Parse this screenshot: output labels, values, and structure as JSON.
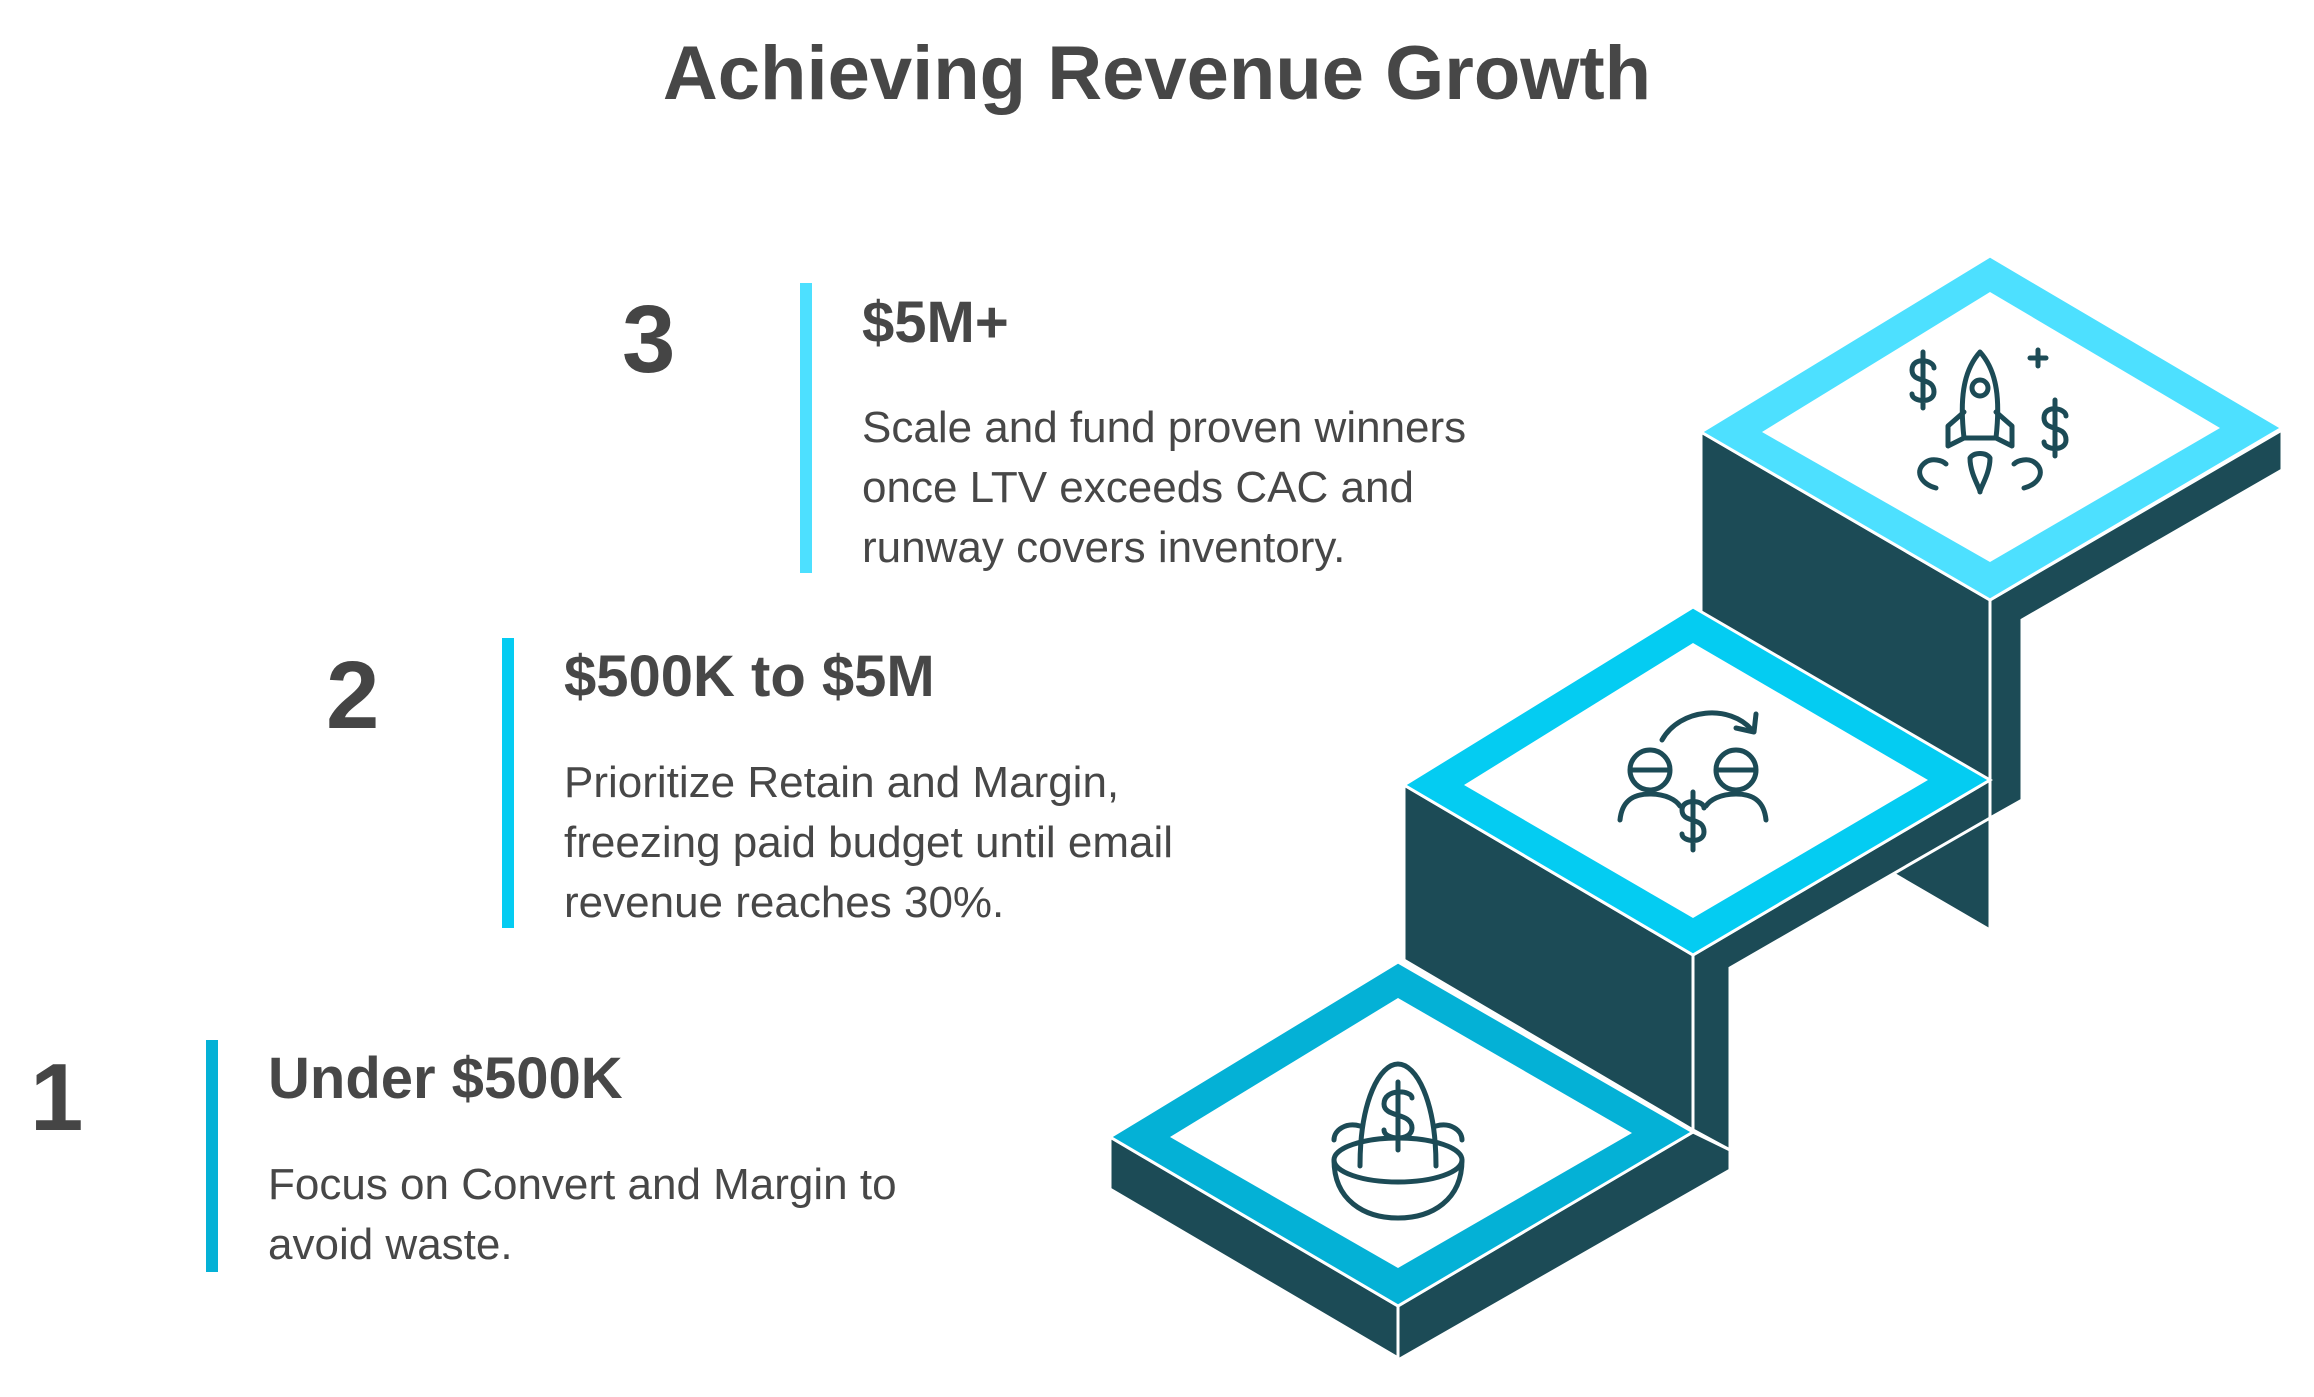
{
  "title": "Achieving Revenue Growth",
  "steps": [
    {
      "number": "1",
      "heading": "Under $500K",
      "lines": [
        "Focus on Convert and Margin to",
        "avoid waste."
      ],
      "icon": "money-egg-in-nest-icon",
      "accent": "#04b1d6"
    },
    {
      "number": "2",
      "heading": "$500K to $5M",
      "lines": [
        "Prioritize Retain and Margin,",
        "freezing paid budget until email",
        "revenue reaches 30%."
      ],
      "icon": "customer-exchange-icon",
      "accent": "#04ccf2"
    },
    {
      "number": "3",
      "heading": "$5M+",
      "lines": [
        "Scale and fund proven winners",
        "once LTV exceeds CAC and",
        "runway covers inventory."
      ],
      "icon": "rocket-money-icon",
      "accent": "#4de0ff"
    }
  ],
  "colors": {
    "dark_side": "#1c4b56",
    "text": "#474747",
    "icon": "#1c4b56"
  }
}
